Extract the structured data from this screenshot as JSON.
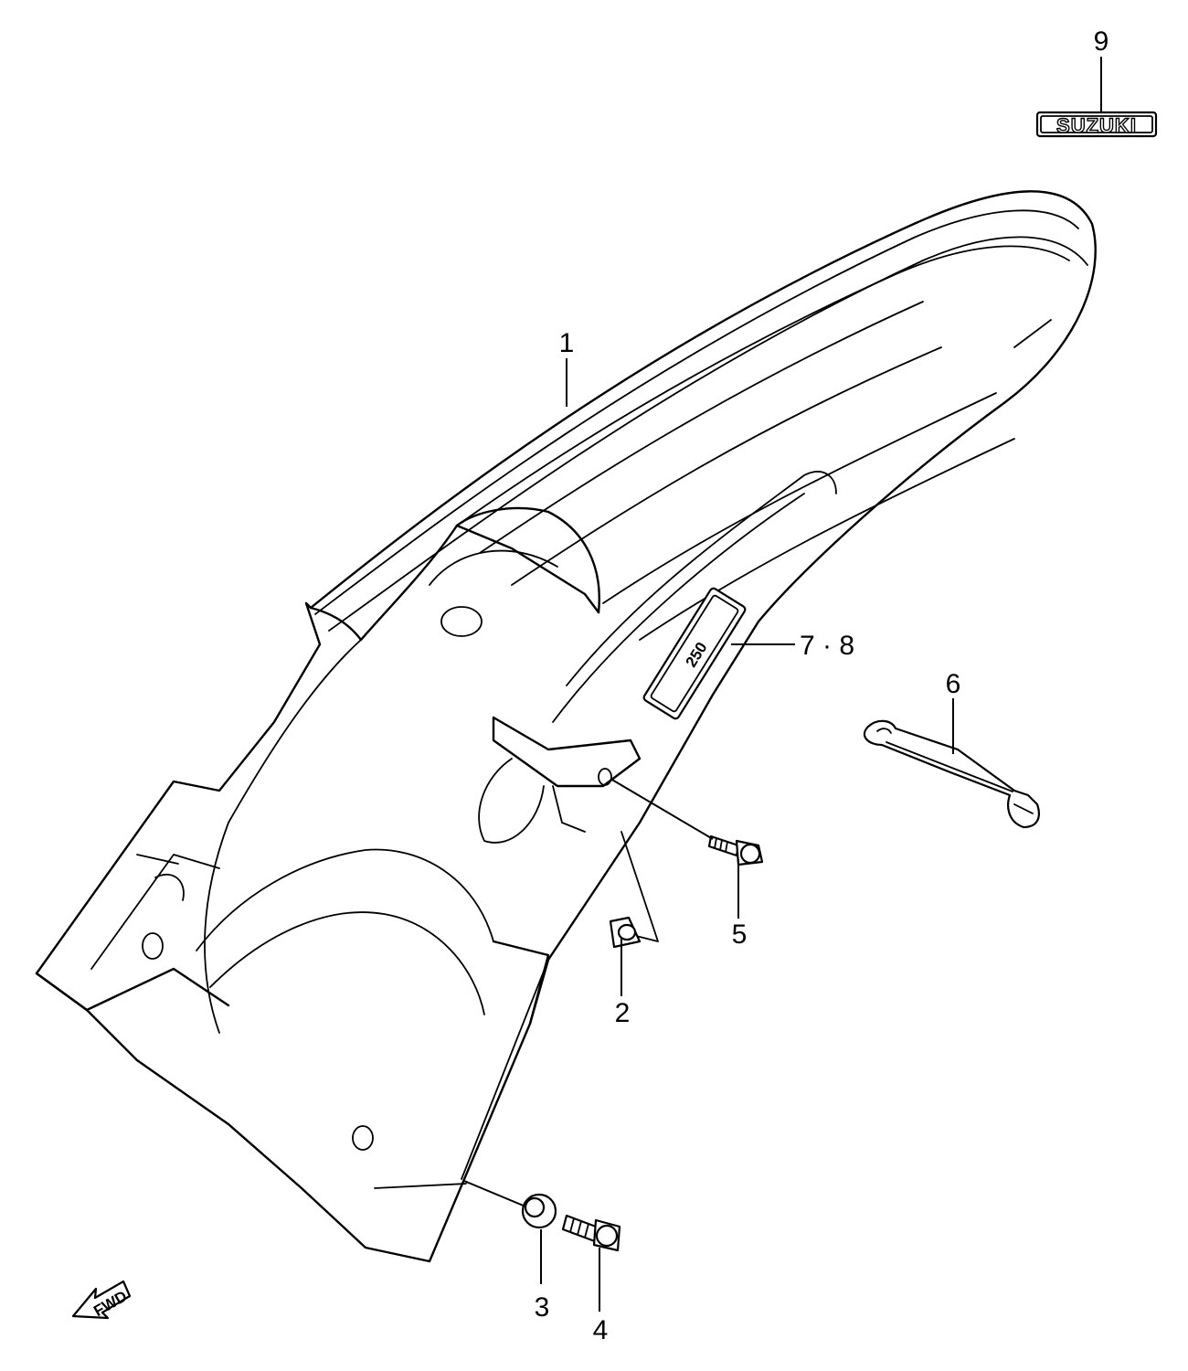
{
  "callouts": [
    {
      "id": "1",
      "label": "1"
    },
    {
      "id": "2",
      "label": "2"
    },
    {
      "id": "3",
      "label": "3"
    },
    {
      "id": "4",
      "label": "4"
    },
    {
      "id": "5",
      "label": "5"
    },
    {
      "id": "6",
      "label": "6"
    },
    {
      "id": "7-8",
      "label": "7 · 8"
    },
    {
      "id": "9",
      "label": "9"
    }
  ],
  "emblem_text": "SUZUKI",
  "decal_text": "250",
  "direction_label": "FWD",
  "colors": {
    "line": "#000000",
    "background": "#ffffff"
  }
}
